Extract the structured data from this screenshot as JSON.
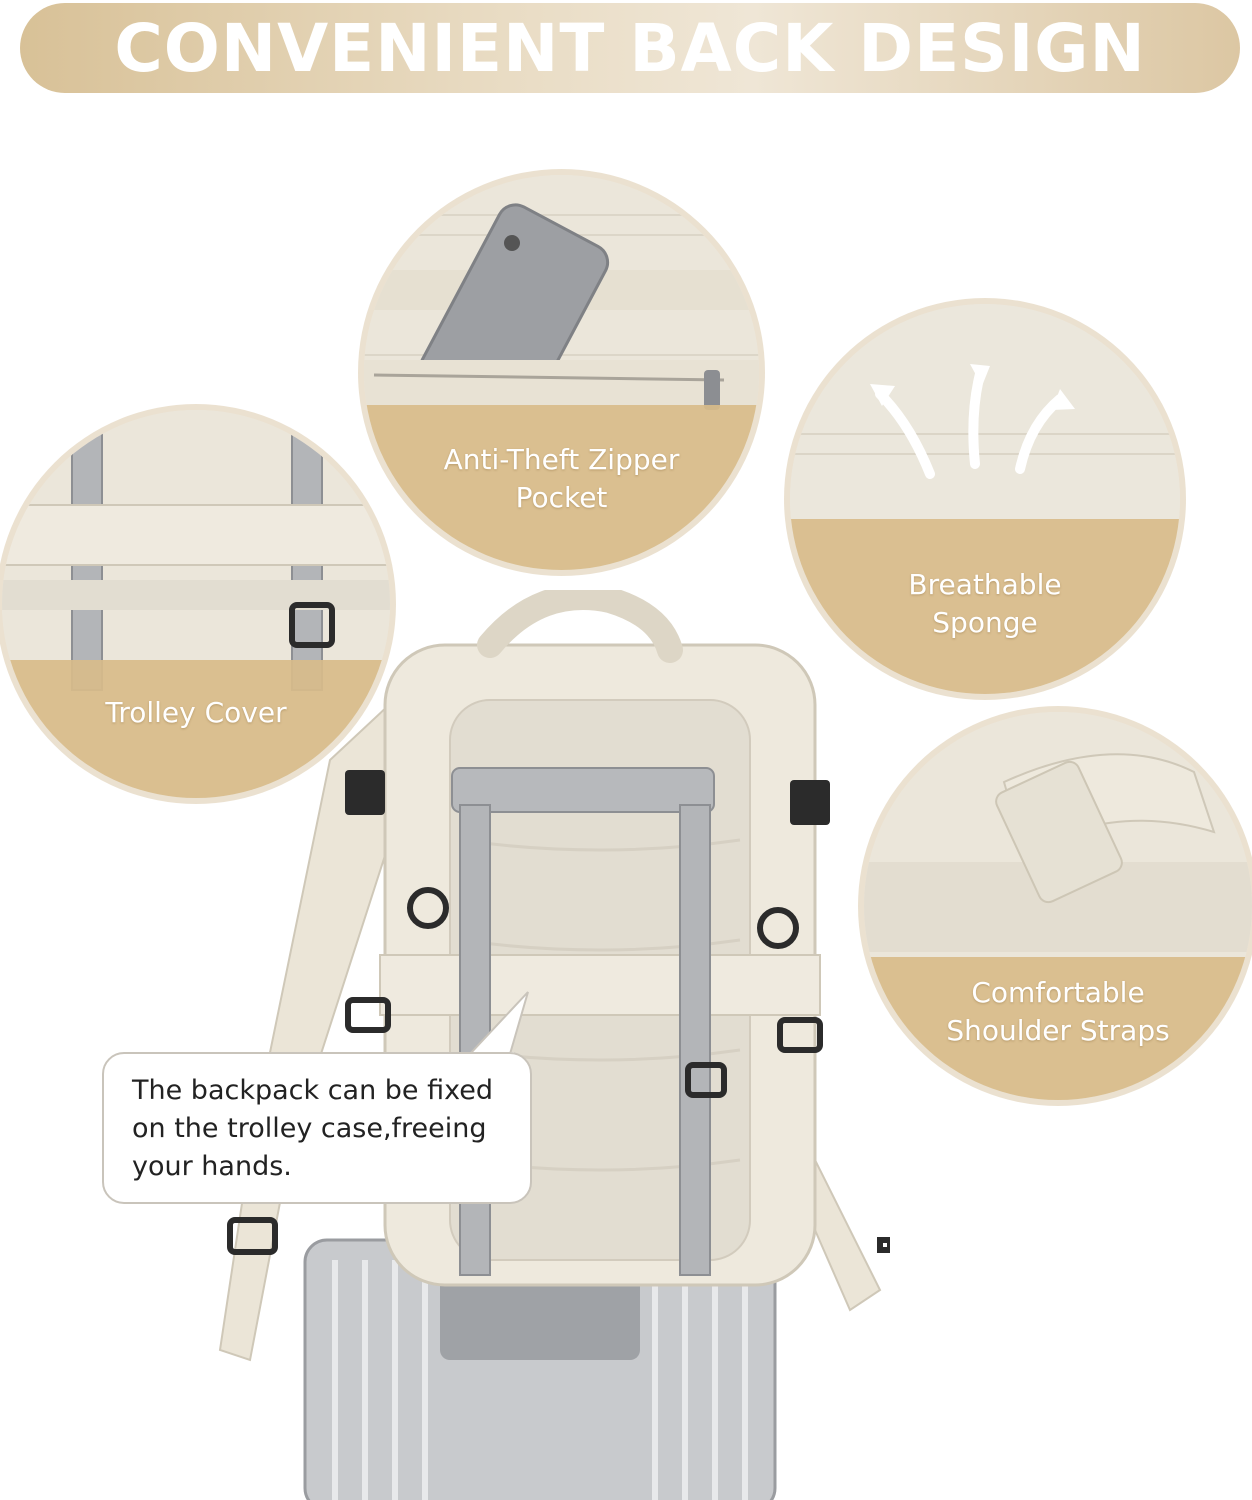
{
  "title": "CONVENIENT BACK DESIGN",
  "features": {
    "zipper": "Anti-Theft Zipper\nPocket",
    "sponge": "Breathable\nSponge",
    "trolley": "Trolley Cover",
    "straps": "Comfortable\nShoulder Straps"
  },
  "callout": "The backpack can be fixed on the trolley case,freeing your hands.",
  "colors": {
    "banner_gold": "#d8c197",
    "label_overlay": "#d8bc8a",
    "backpack_cream": "#ece7da",
    "suitcase_silver": "#c9cbce"
  }
}
